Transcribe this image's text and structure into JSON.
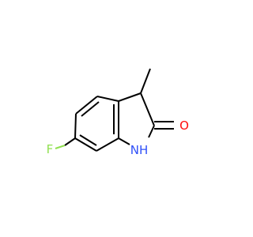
{
  "molecule": {
    "atoms": {
      "fluorine": "F",
      "oxygen": "O",
      "nitrogen_h": "NH"
    },
    "colors": {
      "bond": "#000000",
      "fluorine": "#90e050",
      "oxygen": "#ff0d0d",
      "nitrogen": "#3050f8",
      "background": "#ffffff"
    }
  }
}
